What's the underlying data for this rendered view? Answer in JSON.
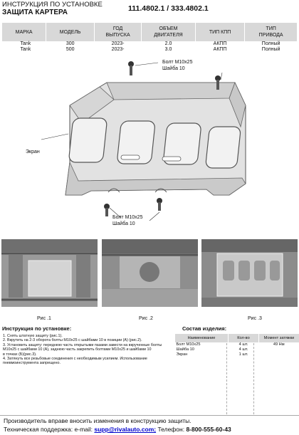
{
  "header": {
    "title_line1": "ИНСТРУКЦИЯ ПО УСТАНОВКЕ",
    "title_line2": "ЗАЩИТА КАРТЕРА",
    "part_numbers": "111.4802.1 / 333.4802.1"
  },
  "spec_table": {
    "headers": [
      "МАРКА",
      "МОДЕЛЬ",
      "ГОД\nВЫПУСКА",
      "ОБЪЕМ\nДВИГАТЕЛЯ",
      "ТИП КПП",
      "ТИП\nПРИВОДА"
    ],
    "rows": [
      [
        "Tank",
        "300",
        "2023-",
        "2.0",
        "АКПП",
        "Полный"
      ],
      [
        "Tank",
        "500",
        "2023-",
        "3.0",
        "АКПП",
        "Полный"
      ]
    ]
  },
  "diagram": {
    "label_bolt_top": "Болт М10х25",
    "label_washer_top": "Шайба 10",
    "label_screen": "Экран",
    "label_bolt_bottom": "Болт М10х25",
    "label_washer_bottom": "Шайба 10"
  },
  "photos": {
    "caption_1": "Рис .1",
    "caption_2": "Рис .2",
    "caption_3": "Рис .3"
  },
  "instructions": {
    "title": "Инструкция по установке:",
    "steps": [
      "1. Снять штатную защиту (рис.1).",
      "2. Вкрутить на 2-3 оборота болты М10х25 с шайбами 10  в позиции (А) (рис.2).",
      "3. Установить защиту: переднюю часть открытыми пазами завести на вкрученные болты",
      "М10х25 с шайбами 10 (А), заднюю часть закрепить болтами М10х25 и шайбами 10",
      "в точках (Б)(рис.3).",
      "4. Затянуть все резьбовые соединения с необходимым усилием. Использование",
      "пневмоинструмента запрещено."
    ]
  },
  "components": {
    "title": "Состав изделия:",
    "headers": [
      "Наименование",
      "Кол-во",
      "Момент затяжки"
    ],
    "rows": [
      [
        "Болт М10х25",
        "4 шт.",
        "49 Нм"
      ],
      [
        "Шайба 10",
        "4 шт.",
        ""
      ],
      [
        "Экран",
        "1 шт.",
        ""
      ]
    ]
  },
  "footer": {
    "line1": "Производитель вправе вносить изменения в конструкцию защиты.",
    "support_label": "Техническая поддержка:  e-mail: ",
    "email": "supp@rivalauto.com;",
    "phone_label": " Телефон: ",
    "phone": "8-800-555-60-43"
  }
}
